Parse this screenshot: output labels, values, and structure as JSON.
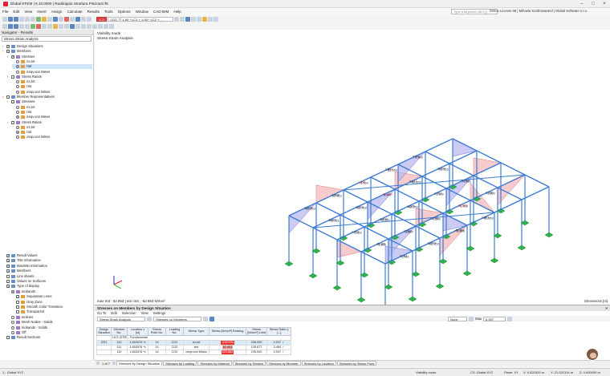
{
  "window": {
    "title": "Dlubal RFEM | 6.10.0005 | Raddoppio Struttura Piscina3.rf6",
    "license": "Online License 06 | Mihaela Kordhosarand | Dlubal Software s.r.o.",
    "search_placeholder": "Type a keyword (Alt+Q)"
  },
  "menu": [
    "File",
    "Edit",
    "View",
    "Insert",
    "Assign",
    "Calculate",
    "Results",
    "Tools",
    "Options",
    "Window",
    "CAD-BIM",
    "Help"
  ],
  "toolbar": {
    "loadcase_tag": "LC2",
    "loadcase": "CO2",
    "combo": "1.00 * LC1 + 1.00 * LC2 + ...",
    "color_accent": "#d23a3a"
  },
  "navigator": {
    "title": "Navigator - Results",
    "selector": "Stress-Strain Analysis",
    "items": [
      {
        "label": "Design Situations",
        "depth": 0,
        "check": "on",
        "icon": "folder"
      },
      {
        "label": "Members",
        "depth": 0,
        "check": "on",
        "icon": "folder"
      },
      {
        "label": "Stresses",
        "depth": 1,
        "check": "on",
        "icon": "folder"
      },
      {
        "label": "σx,tot",
        "depth": 2,
        "radio": "off"
      },
      {
        "label": "τtot",
        "depth": 2,
        "radio": "on",
        "selected": true
      },
      {
        "label": "σeqv,von Mises",
        "depth": 2,
        "radio": "off"
      },
      {
        "label": "Stress Ratios",
        "depth": 1,
        "check": "off",
        "icon": "folder"
      },
      {
        "label": "σx,tot",
        "depth": 2,
        "radio": "off"
      },
      {
        "label": "τtot",
        "depth": 2,
        "radio": "off"
      },
      {
        "label": "σeqv,von Mises",
        "depth": 2,
        "radio": "off"
      },
      {
        "label": "Member Representatives",
        "depth": 0,
        "check": "off",
        "icon": "folder"
      },
      {
        "label": "Stresses",
        "depth": 1,
        "check": "off",
        "icon": "folder"
      },
      {
        "label": "σx,tot",
        "depth": 2,
        "radio": "off"
      },
      {
        "label": "τtot",
        "depth": 2,
        "radio": "off"
      },
      {
        "label": "σeqv,von Mises",
        "depth": 2,
        "radio": "on"
      },
      {
        "label": "Stress Ratios",
        "depth": 1,
        "check": "off",
        "icon": "folder"
      },
      {
        "label": "σx,tot",
        "depth": 2,
        "radio": "off"
      },
      {
        "label": "τtot",
        "depth": 2,
        "radio": "on"
      },
      {
        "label": "σeqv,von Mises",
        "depth": 2,
        "radio": "off"
      }
    ],
    "lower_items": [
      {
        "label": "Result Values",
        "depth": 0,
        "check": "on"
      },
      {
        "label": "Title Information",
        "depth": 0,
        "check": "on"
      },
      {
        "label": "Max/Min Information",
        "depth": 0,
        "check": "on"
      },
      {
        "label": "Members",
        "depth": 0,
        "check": "on"
      },
      {
        "label": "Line sheets",
        "depth": 0,
        "check": "off"
      },
      {
        "label": "Values on Surfaces",
        "depth": 0,
        "check": "off"
      },
      {
        "label": "Type of display",
        "depth": 0,
        "check": "on"
      },
      {
        "label": "Isobands",
        "depth": 1,
        "radio": "on"
      },
      {
        "label": "Separation Lines",
        "depth": 2,
        "check": "on"
      },
      {
        "label": "Gray Zone",
        "depth": 2,
        "check": "off"
      },
      {
        "label": "Smooth Color Transition",
        "depth": 2,
        "check": "off"
      },
      {
        "label": "Transparent",
        "depth": 2,
        "check": "off"
      },
      {
        "label": "Isolines",
        "depth": 1,
        "radio": "off"
      },
      {
        "label": "Mesh Nodes - Solids",
        "depth": 1,
        "radio": "off"
      },
      {
        "label": "Isobands - Solids",
        "depth": 1,
        "radio": "off"
      },
      {
        "label": "Off",
        "depth": 1,
        "radio": "off"
      },
      {
        "label": "Result Sections",
        "depth": 0,
        "check": "off"
      }
    ]
  },
  "viewport": {
    "title_line1": "Visibility mode",
    "title_line2": "Stress-Strain Analysis",
    "maxmin": "max τtot : 62.953 | min τtot : -62.953 N/mm²",
    "dimensions": "Dimensions [m]",
    "labels": [
      "-1.503",
      "-62.953",
      "-1.923",
      "-48.951",
      "1.923",
      "-1.503",
      "-48.951",
      "-1.503",
      "0.041",
      "1.503",
      "-1.503",
      "62.953",
      "-1.503",
      "-62.953",
      "-1.103",
      "48.951",
      "-1.503",
      "-1.503",
      "-1.503",
      "-62.953",
      "1.623",
      "-1.503",
      "-62.953",
      "0.447",
      "-1.625",
      "-62.953",
      "-1.503",
      "-1.503",
      "-48.951",
      "-1.503",
      "1.503",
      "-62.953",
      "0.021",
      "-62.953",
      "-1.503",
      "-1.103",
      "-62.953",
      "-1.503",
      "1.503",
      "-62.953",
      "0.001",
      "-1.503",
      "-1.503",
      "-62.953",
      "-1.503",
      "-1.503",
      "-1.503",
      "-1.503"
    ]
  },
  "results_panel": {
    "title": "Stresses on Members by Design Situation",
    "menu": [
      "Go To",
      "Edit",
      "Selection",
      "View",
      "Settings"
    ],
    "analysis": "Stress-Strain Analysis",
    "table_select": "Stresses on Members",
    "filter": "None",
    "max_label": "Max",
    "max_value": "0.937",
    "columns": [
      "Design Situation",
      "Member No.",
      "Location x [m]",
      "Stress Point No.",
      "Loading No.",
      "Stress Type",
      "Stress [N/mm²] Existing",
      "Stress [N/mm²] Limit",
      "Stress Ratio η [--]"
    ],
    "group": "ULS (STR) - Fundamental",
    "rows": [
      [
        "DS1",
        "110",
        "1.653376 *x",
        "14",
        "CO2",
        "σx,tot",
        "-218.934",
        "235.000",
        "0.937",
        "✓"
      ],
      [
        "",
        "111",
        "1.653376 *x",
        "14",
        "CO2",
        "τtot",
        "62.953",
        "135.677",
        "0.464",
        "✓"
      ],
      [
        "",
        "110",
        "1.653376 *x",
        "14",
        "CO2",
        "σeqv,von Mises",
        "220.664",
        "235.000",
        "0.937",
        "✓"
      ]
    ],
    "pager": "1 of 7",
    "tabs": [
      "Stresses by Design Situation",
      "Stresses by Loading",
      "Stresses by Material",
      "Stresses by Section",
      "Stresses by Member",
      "Stresses by Location",
      "Stresses by Stress Point"
    ]
  },
  "statusbar": {
    "view": "1 - Global XYZ",
    "mode": "Visibility mode",
    "cs": "CS: Global XYZ",
    "plane": "Plane: XY",
    "x": "X: 5.821525 m",
    "y": "Y: 21.021314 m",
    "z": "Z: 0.000000 m"
  }
}
